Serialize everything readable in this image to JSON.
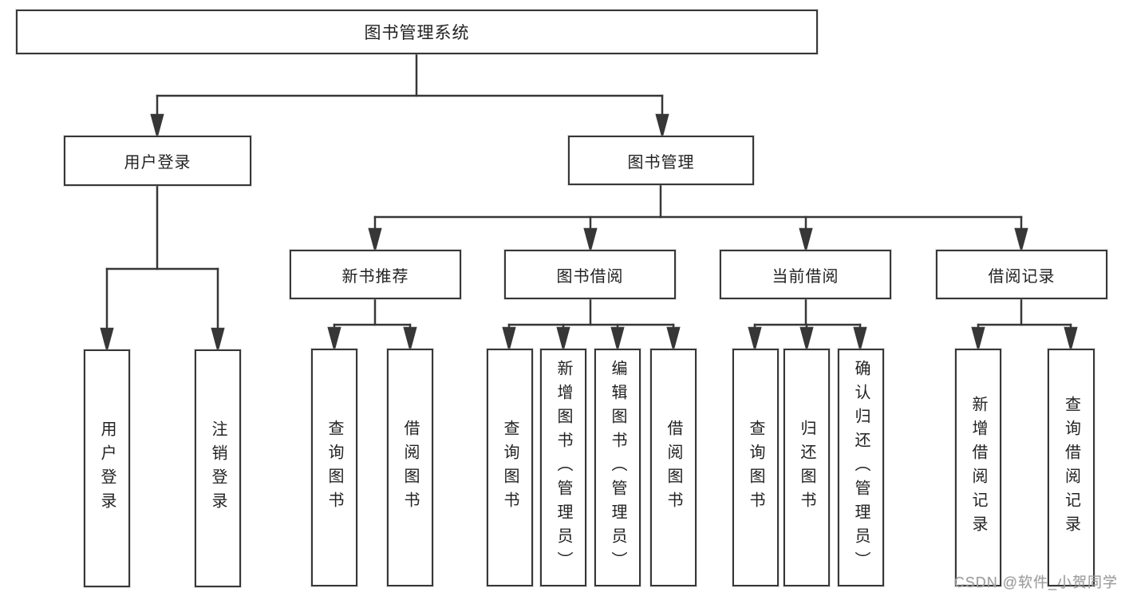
{
  "colors": {
    "background": "#ffffff",
    "line": "#373737",
    "box_border": "#373737",
    "text": "#222222",
    "watermark": "#9e9e9e"
  },
  "watermark": {
    "text": "CSDN @软件_小贺同学"
  },
  "tree": {
    "label": "图书管理系统",
    "children": [
      {
        "label": "用户登录",
        "children": [
          {
            "label": "用户登录"
          },
          {
            "label": "注销登录"
          }
        ]
      },
      {
        "label": "图书管理",
        "children": [
          {
            "label": "新书推荐",
            "children": [
              {
                "label": "查询图书"
              },
              {
                "label": "借阅图书"
              }
            ]
          },
          {
            "label": "图书借阅",
            "children": [
              {
                "label": "查询图书"
              },
              {
                "label": "新增图书（管理员）"
              },
              {
                "label": "编辑图书（管理员）"
              },
              {
                "label": "借阅图书"
              }
            ]
          },
          {
            "label": "当前借阅",
            "children": [
              {
                "label": "查询图书"
              },
              {
                "label": "归还图书"
              },
              {
                "label": "确认归还（管理员）"
              }
            ]
          },
          {
            "label": "借阅记录",
            "children": [
              {
                "label": "新增借阅记录"
              },
              {
                "label": "查询借阅记录"
              }
            ]
          }
        ]
      }
    ]
  }
}
